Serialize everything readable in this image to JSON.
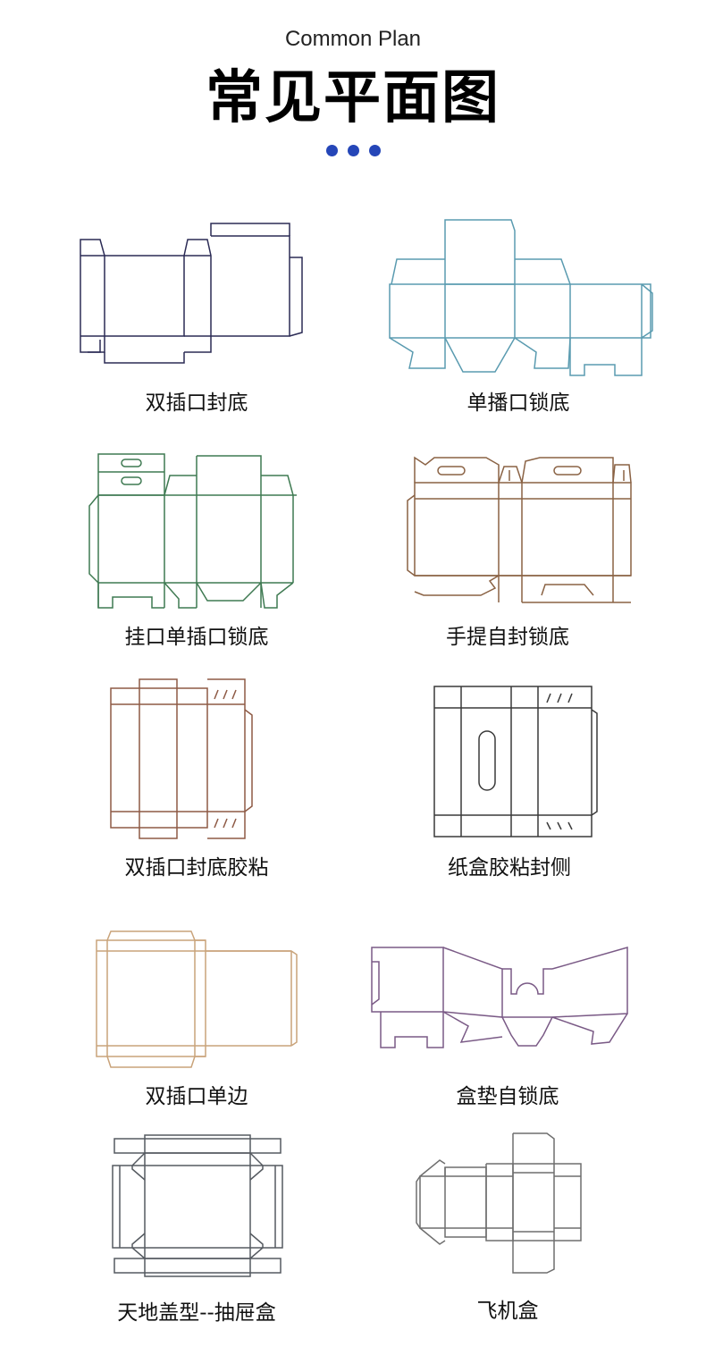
{
  "header": {
    "subtitle": "Common Plan",
    "title": "常见平面图",
    "dot_color": "#2546b8"
  },
  "items": [
    {
      "caption": "双插口封底",
      "color": "#2b2b55"
    },
    {
      "caption": "单播口锁底",
      "color": "#5a9bb0"
    },
    {
      "caption": "挂口单插口锁底",
      "color": "#3f7a52"
    },
    {
      "caption": "手提自封锁底",
      "color": "#8a6244"
    },
    {
      "caption": "双插口封底胶粘",
      "color": "#8e5a45"
    },
    {
      "caption": "纸盒胶粘封侧",
      "color": "#3a3a3a"
    },
    {
      "caption": "双插口单边",
      "color": "#c9a37a"
    },
    {
      "caption": "盒垫自锁底",
      "color": "#7a5a86"
    },
    {
      "caption": "天地盖型--抽屉盒",
      "color": "#555a60"
    },
    {
      "caption": "飞机盒",
      "color": "#6e6e6e"
    }
  ]
}
